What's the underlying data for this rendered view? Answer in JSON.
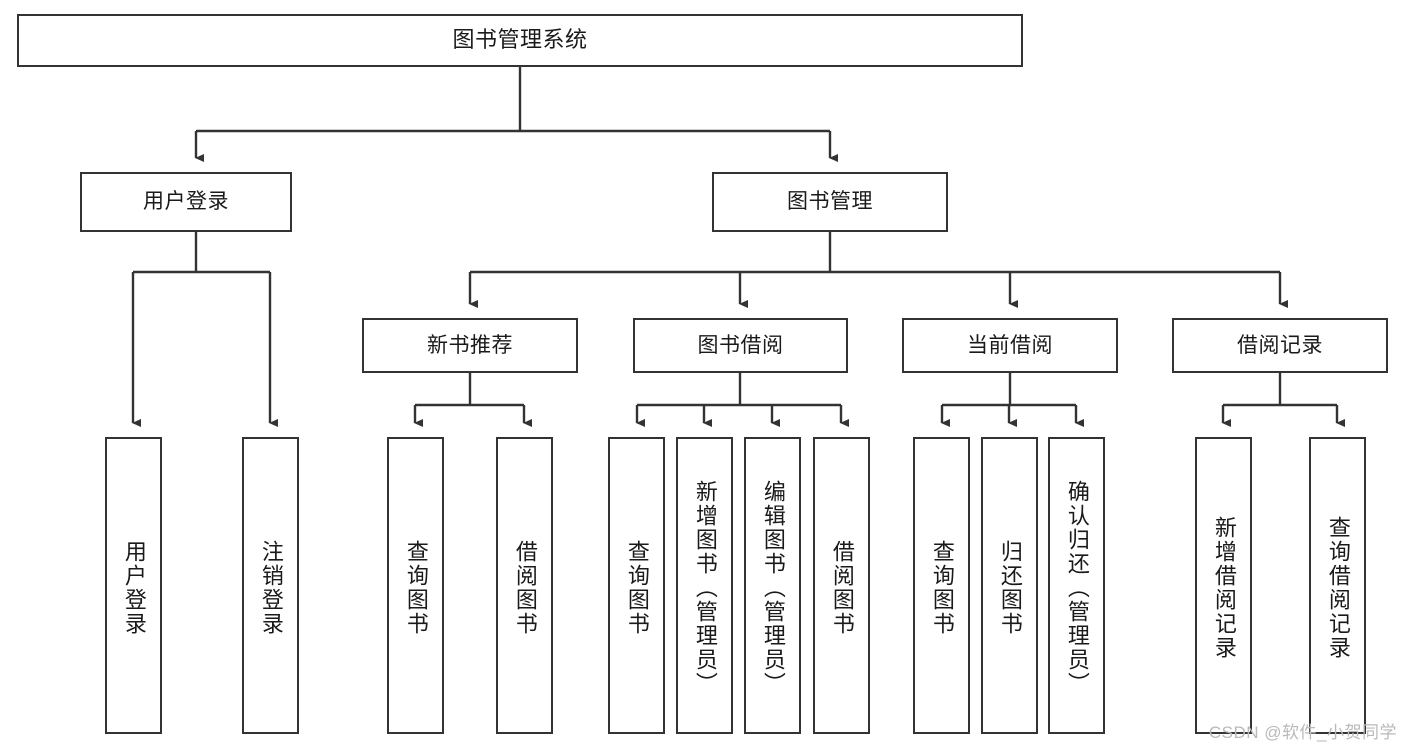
{
  "diagram": {
    "type": "hierarchy-tree",
    "title": "图书管理系统",
    "orientation": "top-down",
    "root": {
      "id": "root",
      "label": "图书管理系统"
    },
    "level2": [
      {
        "id": "user-login",
        "label": "用户登录"
      },
      {
        "id": "book-management",
        "label": "图书管理"
      }
    ],
    "level3": [
      {
        "id": "new-book-recommend",
        "label": "新书推荐",
        "parent": "book-management"
      },
      {
        "id": "book-borrow",
        "label": "图书借阅",
        "parent": "book-management"
      },
      {
        "id": "current-borrow",
        "label": "当前借阅",
        "parent": "book-management"
      },
      {
        "id": "borrow-record",
        "label": "借阅记录",
        "parent": "book-management"
      }
    ],
    "leaves": [
      {
        "id": "leaf-user-login",
        "label": "用户登录",
        "parent": "user-login"
      },
      {
        "id": "leaf-logout-login",
        "label": "注销登录",
        "parent": "user-login"
      },
      {
        "id": "leaf-query-book-1",
        "label": "查询图书",
        "parent": "new-book-recommend"
      },
      {
        "id": "leaf-borrow-book-1",
        "label": "借阅图书",
        "parent": "new-book-recommend"
      },
      {
        "id": "leaf-query-book-2",
        "label": "查询图书",
        "parent": "book-borrow"
      },
      {
        "id": "leaf-add-book",
        "label": "新增图书（管理员）",
        "parent": "book-borrow"
      },
      {
        "id": "leaf-edit-book",
        "label": "编辑图书（管理员）",
        "parent": "book-borrow"
      },
      {
        "id": "leaf-borrow-book-2",
        "label": "借阅图书",
        "parent": "book-borrow"
      },
      {
        "id": "leaf-query-book-3",
        "label": "查询图书",
        "parent": "current-borrow"
      },
      {
        "id": "leaf-return-book",
        "label": "归还图书",
        "parent": "current-borrow"
      },
      {
        "id": "leaf-confirm-return",
        "label": "确认归还（管理员）",
        "parent": "current-borrow"
      },
      {
        "id": "leaf-add-record",
        "label": "新增借阅记录",
        "parent": "borrow-record"
      },
      {
        "id": "leaf-query-record",
        "label": "查询借阅记录",
        "parent": "borrow-record"
      }
    ],
    "colors": {
      "stroke": "#333333",
      "background": "#ffffff",
      "text": "#1a1a1a",
      "watermark": "#b9b9b9"
    }
  },
  "watermark": {
    "text": "CSDN @软件_小贺同学"
  }
}
